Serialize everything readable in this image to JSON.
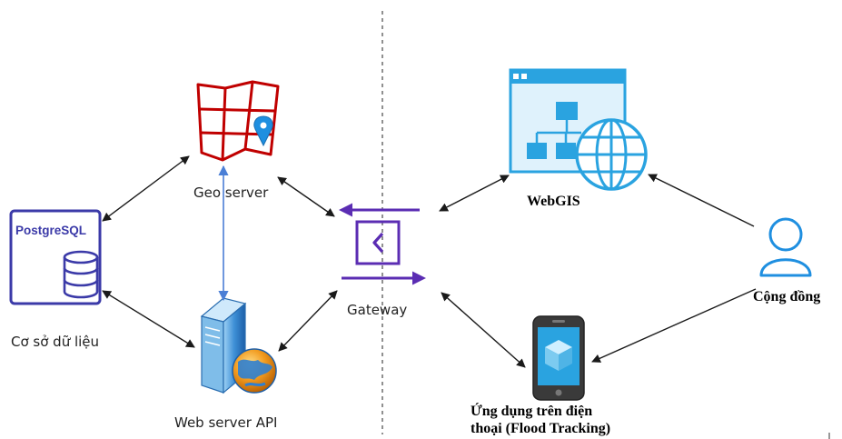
{
  "nodes": {
    "postgres": {
      "logo_text": "PostgreSQL",
      "caption": "Cơ sở dữ liệu",
      "icon": "database-icon"
    },
    "geoserver": {
      "caption": "Geo server",
      "icon": "map-pin-icon"
    },
    "webserver": {
      "caption": "Web server API",
      "icon": "server-globe-icon"
    },
    "gateway": {
      "caption": "Gateway",
      "icon": "gateway-icon"
    },
    "webgis": {
      "caption": "WebGIS",
      "icon": "sitemap-globe-icon"
    },
    "community": {
      "caption": "Cộng đồng",
      "icon": "user-icon"
    },
    "mobile": {
      "caption_line1": "Ứng dụng trên điện",
      "caption_line2": "thoại (Flood Tracking)",
      "icon": "phone-cube-icon"
    }
  },
  "colors": {
    "arrow": "#1a1a1a",
    "arrow_blue": "#4b7fd6",
    "postgres": "#3b3aa8",
    "map_red": "#c00000",
    "pin_blue": "#1f8fe0",
    "gateway_purple": "#5b2db3",
    "webgis_blue": "#2aa3e0",
    "divider": "#555555"
  }
}
